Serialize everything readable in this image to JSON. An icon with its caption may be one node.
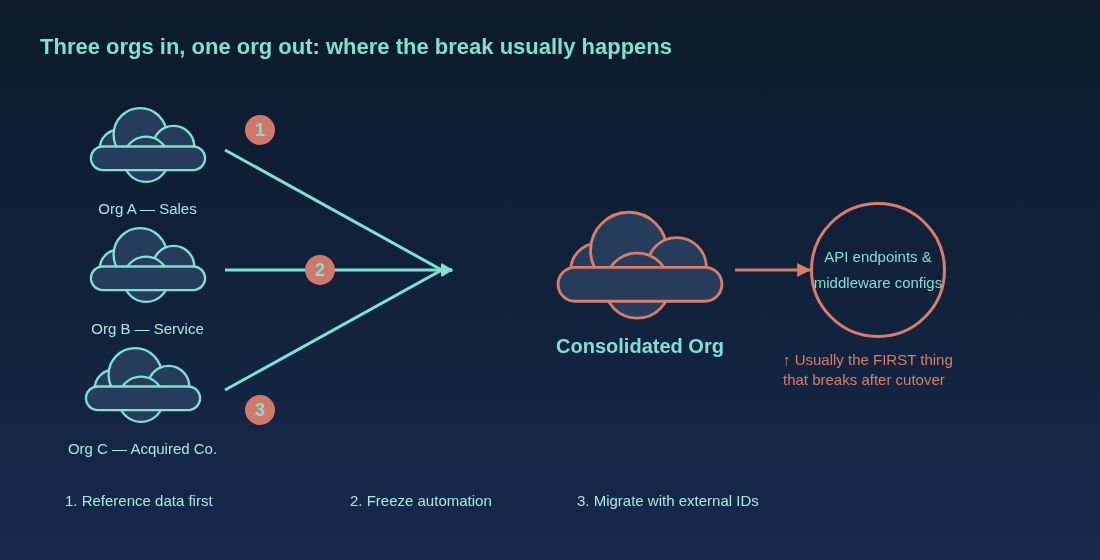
{
  "diagram": {
    "title": "Three orgs in, one org out: where the break usually happens",
    "nodes": [
      {
        "text": [
          "Org A — Sales"
        ]
      },
      {
        "text": [
          "Org B — Service"
        ]
      },
      {
        "text": [
          "Org C — Acquired Co."
        ]
      },
      {
        "text": [
          "Consolidated Org"
        ]
      },
      {
        "text": [
          "API endpoints & middleware configs"
        ],
        "beside": [
          "↑ Usually the FIRST thing that breaks after cutover"
        ]
      }
    ],
    "edges": [
      {
        "from": 0,
        "to": null,
        "arrow": "to",
        "label": "1"
      },
      {
        "from": 1,
        "to": null,
        "arrow": "to",
        "label": "2"
      },
      {
        "from": 2,
        "to": null,
        "arrow": "to",
        "label": "3"
      },
      {
        "from": 3,
        "to": 4,
        "arrow": "to",
        "color": "#d97c69"
      }
    ],
    "labels": [
      "1. Reference data first",
      "2. Freeze automation",
      "3. Migrate with external IDs"
    ]
  }
}
